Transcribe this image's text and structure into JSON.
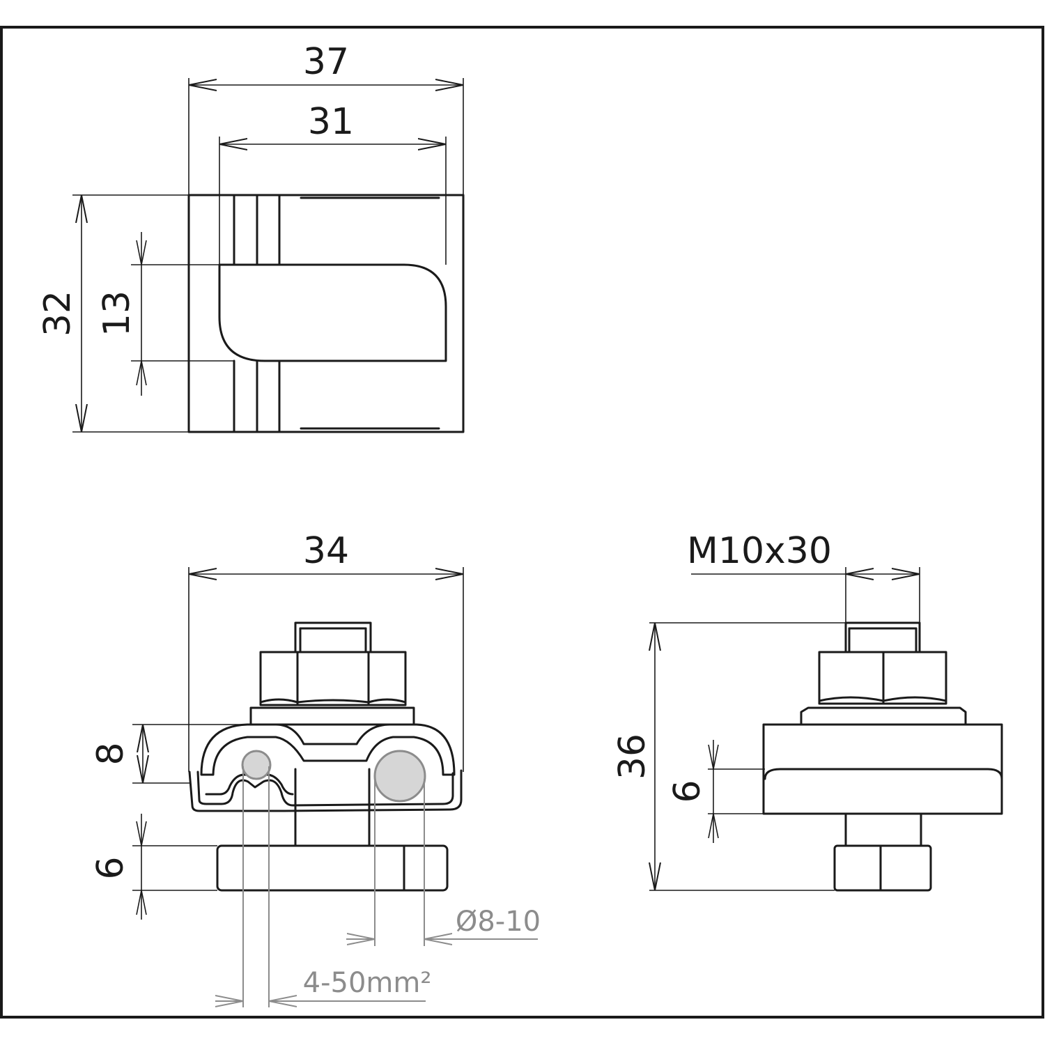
{
  "top_view": {
    "width_overall": "37",
    "width_inner": "31",
    "height_overall": "32",
    "slot_height": "13"
  },
  "front_view": {
    "width": "34",
    "clamp_height": "8",
    "base_thickness": "6",
    "round_conductor": "Ø8-10",
    "stranded_conductor": "4-50mm²"
  },
  "side_view": {
    "bolt_size": "M10x30",
    "height_overall": "36",
    "plate_thickness": "6"
  },
  "colors": {
    "line": "#1a1a1a",
    "conductor_dimension": "#8c8c8c",
    "conductor_fill": "#d6d6d6"
  }
}
